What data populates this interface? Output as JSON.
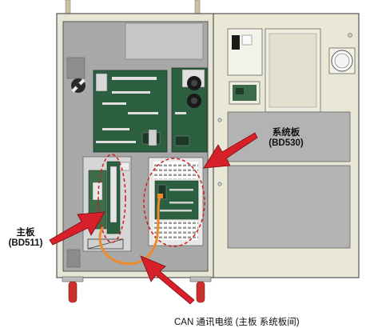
{
  "labels": {
    "system_board": {
      "name": "系统板",
      "code": "(BD530)"
    },
    "main_board": {
      "name": "主板",
      "code": "(BD511)"
    },
    "can_cable": "CAN 通讯电缆 (主板  系统板间)"
  },
  "colors": {
    "cabinet_panel": "#e6e4d2",
    "cabinet_interior": "#a9a9a9",
    "circuit_board": "#2b5e3f",
    "callout_arrow": "#d8202a",
    "dashed_circle": "#d41b1b",
    "can_cable": "#ee8a2a"
  }
}
